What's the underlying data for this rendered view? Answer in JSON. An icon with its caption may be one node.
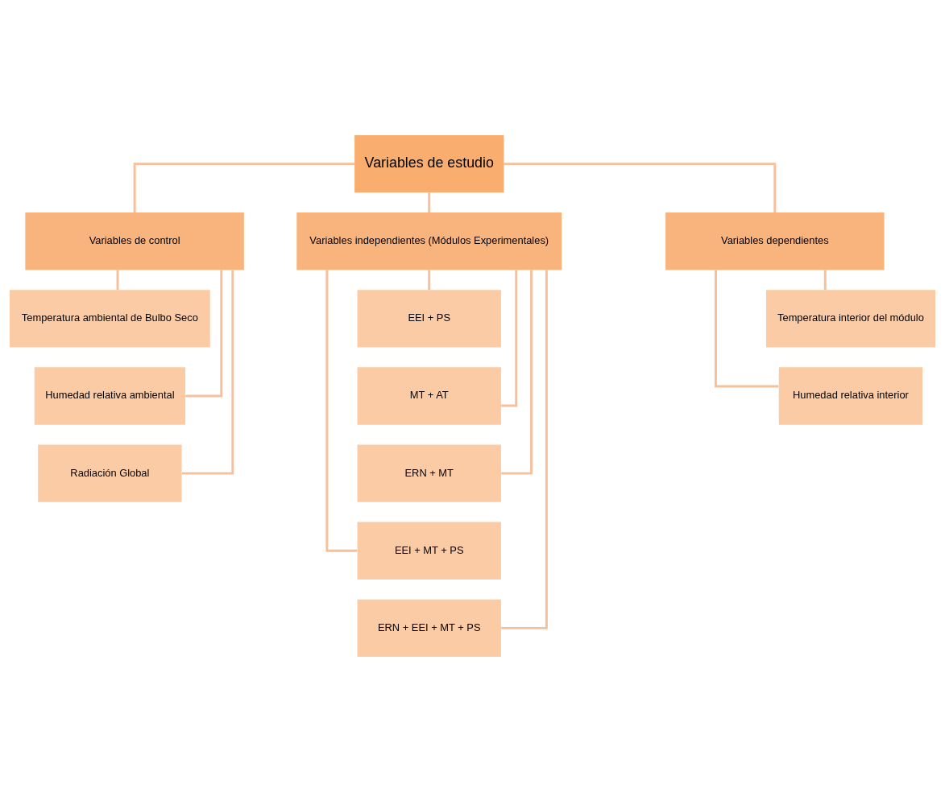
{
  "diagram": {
    "nodes": [
      {
        "text": [
          "Variables de estudio"
        ]
      },
      {
        "text": [
          "Variables de control"
        ]
      },
      {
        "text": [
          "Variables independientes (Módulos Experimentales)"
        ]
      },
      {
        "text": [
          "Variables dependientes"
        ]
      },
      {
        "text": [
          "Temperatura ambiental de Bulbo Seco"
        ]
      },
      {
        "text": [
          "Humedad relativa ambiental"
        ]
      },
      {
        "text": [
          "Radiación Global"
        ]
      },
      {
        "text": [
          "EEI + PS"
        ]
      },
      {
        "text": [
          "MT + AT"
        ]
      },
      {
        "text": [
          "ERN + MT"
        ]
      },
      {
        "text": [
          "EEI + MT + PS"
        ]
      },
      {
        "text": [
          "ERN + EEI + MT + PS"
        ]
      },
      {
        "text": [
          "Temperatura interior del módulo"
        ]
      },
      {
        "text": [
          "Humedad relativa interior"
        ]
      }
    ],
    "edges": [
      {
        "from": 0,
        "to": 1,
        "arrow": "none"
      },
      {
        "from": 0,
        "to": 2,
        "arrow": "none"
      },
      {
        "from": 0,
        "to": 3,
        "arrow": "none"
      },
      {
        "from": 1,
        "to": 4,
        "arrow": "none"
      },
      {
        "from": 1,
        "to": 5,
        "arrow": "none"
      },
      {
        "from": 1,
        "to": 6,
        "arrow": "none"
      },
      {
        "from": 2,
        "to": 7,
        "arrow": "none"
      },
      {
        "from": 2,
        "to": 8,
        "arrow": "none"
      },
      {
        "from": 2,
        "to": 9,
        "arrow": "none"
      },
      {
        "from": 2,
        "to": 10,
        "arrow": "none"
      },
      {
        "from": 2,
        "to": 11,
        "arrow": "none"
      },
      {
        "from": 3,
        "to": 12,
        "arrow": "none"
      },
      {
        "from": 3,
        "to": 13,
        "arrow": "none"
      }
    ]
  }
}
